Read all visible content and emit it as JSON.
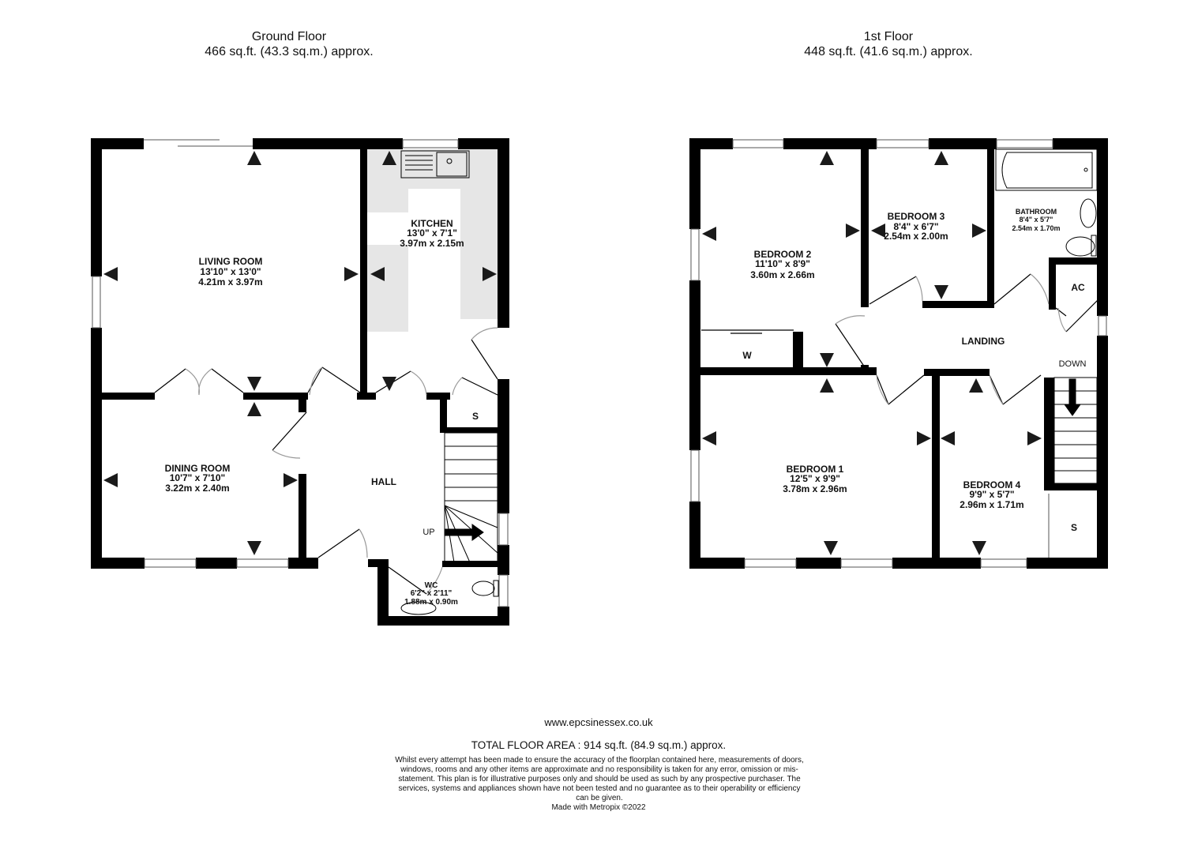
{
  "ground_floor": {
    "title": "Ground Floor",
    "area": "466 sq.ft. (43.3 sq.m.) approx.",
    "rooms": [
      {
        "name": "LIVING ROOM",
        "imperial": "13'10\"  x 13'0\"",
        "metric": "4.21m  x 3.97m"
      },
      {
        "name": "KITCHEN",
        "imperial": "13'0\"  x 7'1\"",
        "metric": "3.97m  x 2.15m"
      },
      {
        "name": "DINING ROOM",
        "imperial": "10'7\"  x 7'10\"",
        "metric": "3.22m  x 2.40m"
      },
      {
        "name": "HALL"
      },
      {
        "name": "WC",
        "imperial": "6'2\"  x 2'11\"",
        "metric": "1.88m  x 0.90m"
      },
      {
        "name": "S"
      }
    ],
    "stairs_label": "UP"
  },
  "first_floor": {
    "title": "1st Floor",
    "area": "448 sq.ft. (41.6 sq.m.) approx.",
    "rooms": [
      {
        "name": "BEDROOM 2",
        "imperial": "11'10\"  x 8'9\"",
        "metric": "3.60m  x 2.66m"
      },
      {
        "name": "BEDROOM 3",
        "imperial": "8'4\"  x 6'7\"",
        "metric": "2.54m  x 2.00m"
      },
      {
        "name": "BATHROOM",
        "imperial": "8'4\"  x 5'7\"",
        "metric": "2.54m  x 1.70m"
      },
      {
        "name": "AC"
      },
      {
        "name": "W"
      },
      {
        "name": "LANDING"
      },
      {
        "name": "BEDROOM 1",
        "imperial": "12'5\"  x 9'9\"",
        "metric": "3.78m  x 2.96m"
      },
      {
        "name": "BEDROOM 4",
        "imperial": "9'9\"  x 5'7\"",
        "metric": "2.96m  x 1.71m"
      },
      {
        "name": "S"
      }
    ],
    "stairs_label": "DOWN"
  },
  "footer": {
    "website": "www.epcsinessex.co.uk",
    "total_area": "TOTAL FLOOR AREA : 914 sq.ft. (84.9 sq.m.) approx.",
    "disclaimer": "Whilst every attempt has been made to ensure the accuracy of the floorplan contained here, measurements of doors, windows, rooms and any other items are approximate and no responsibility is taken for any error, omission or mis-statement. This plan is for illustrative purposes only and should be used as such by any prospective purchaser. The services, systems and appliances shown have not been tested and no guarantee as to their operability or efficiency can be given.",
    "credit": "Made with Metropix ©2022"
  },
  "colors": {
    "wall": "#000000",
    "fitted_units": "#e6e6e6",
    "arrow": "#1a1a1a"
  }
}
